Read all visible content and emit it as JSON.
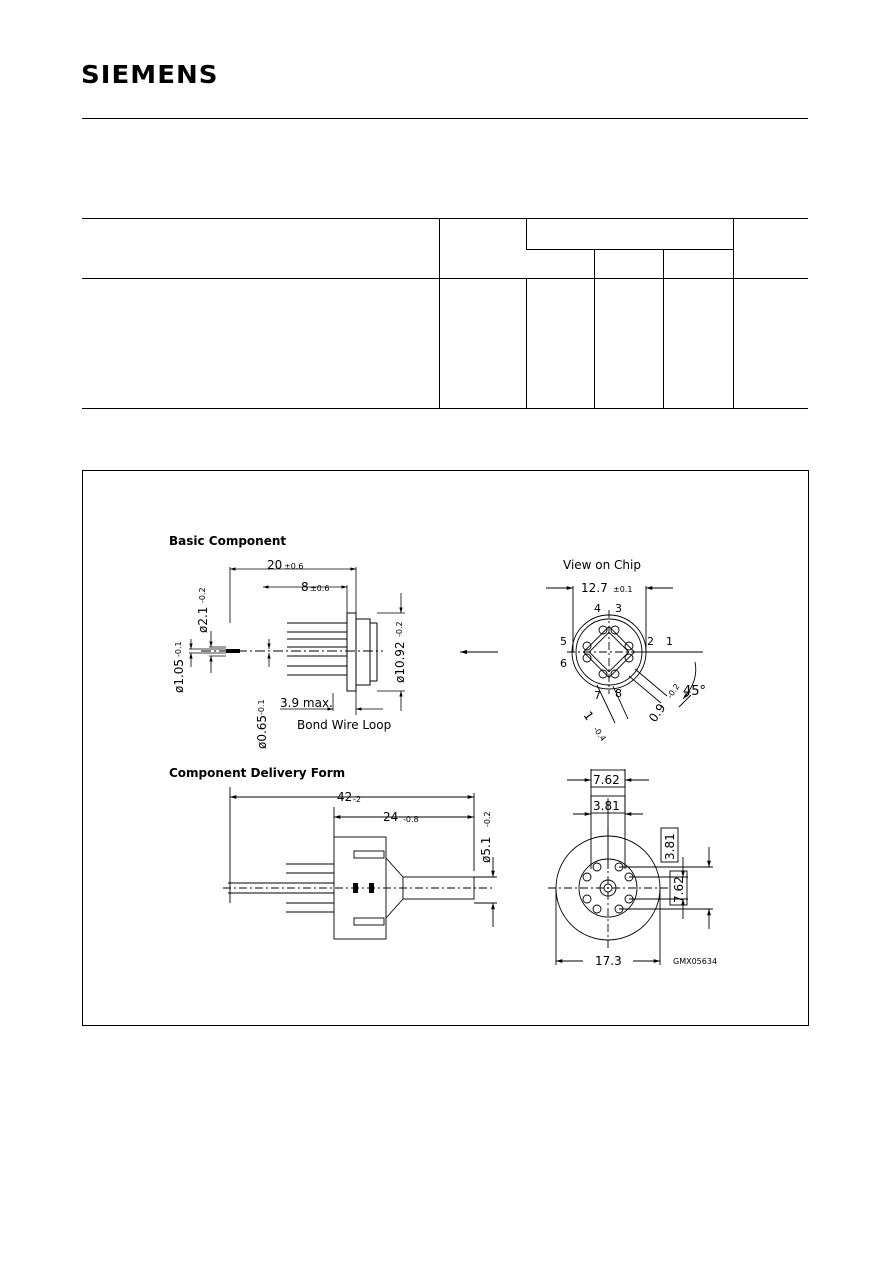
{
  "header": {
    "logo": "SIEMENS"
  },
  "drawing": {
    "basic_component": {
      "heading": "Basic Component",
      "dim_20": "20",
      "dim_20_tol": "±0.6",
      "dim_8": "8",
      "dim_8_tol": "±0.6",
      "dim_d21": "ø2.1",
      "dim_d21_tol": "-0.2",
      "dim_d105": "ø1.05",
      "dim_d105_tol": "-0.1",
      "dim_d065": "ø0.65",
      "dim_d065_tol": "-0.1",
      "dim_d1092": "ø10.92",
      "dim_d1092_tol": "-0.2",
      "dim_39": "3.9 max.",
      "bond_wire_loop": "Bond Wire Loop"
    },
    "view_on_chip": {
      "heading": "View on Chip",
      "dim_127": "12.7",
      "dim_127_tol": "±0.1",
      "pins": [
        "1",
        "2",
        "3",
        "4",
        "5",
        "6",
        "7",
        "8"
      ],
      "dim_09": "0.9",
      "dim_09_tol": "-0.2",
      "angle": "45°",
      "dim_1": "1",
      "dim_1_tol": "-0.4"
    },
    "delivery_form": {
      "heading": "Component Delivery Form",
      "dim_42": "42",
      "dim_42_tol": "-2",
      "dim_24": "24",
      "dim_24_tol": "-0.8",
      "dim_d51": "ø5.1",
      "dim_d51_tol": "-0.2"
    },
    "end_view": {
      "dim_762_top": "7.62",
      "dim_381_top": "3.81",
      "dim_381_right": "3.81",
      "dim_762_right": "7.62",
      "dim_173": "17.3",
      "drawing_code": "GMX05634"
    }
  }
}
